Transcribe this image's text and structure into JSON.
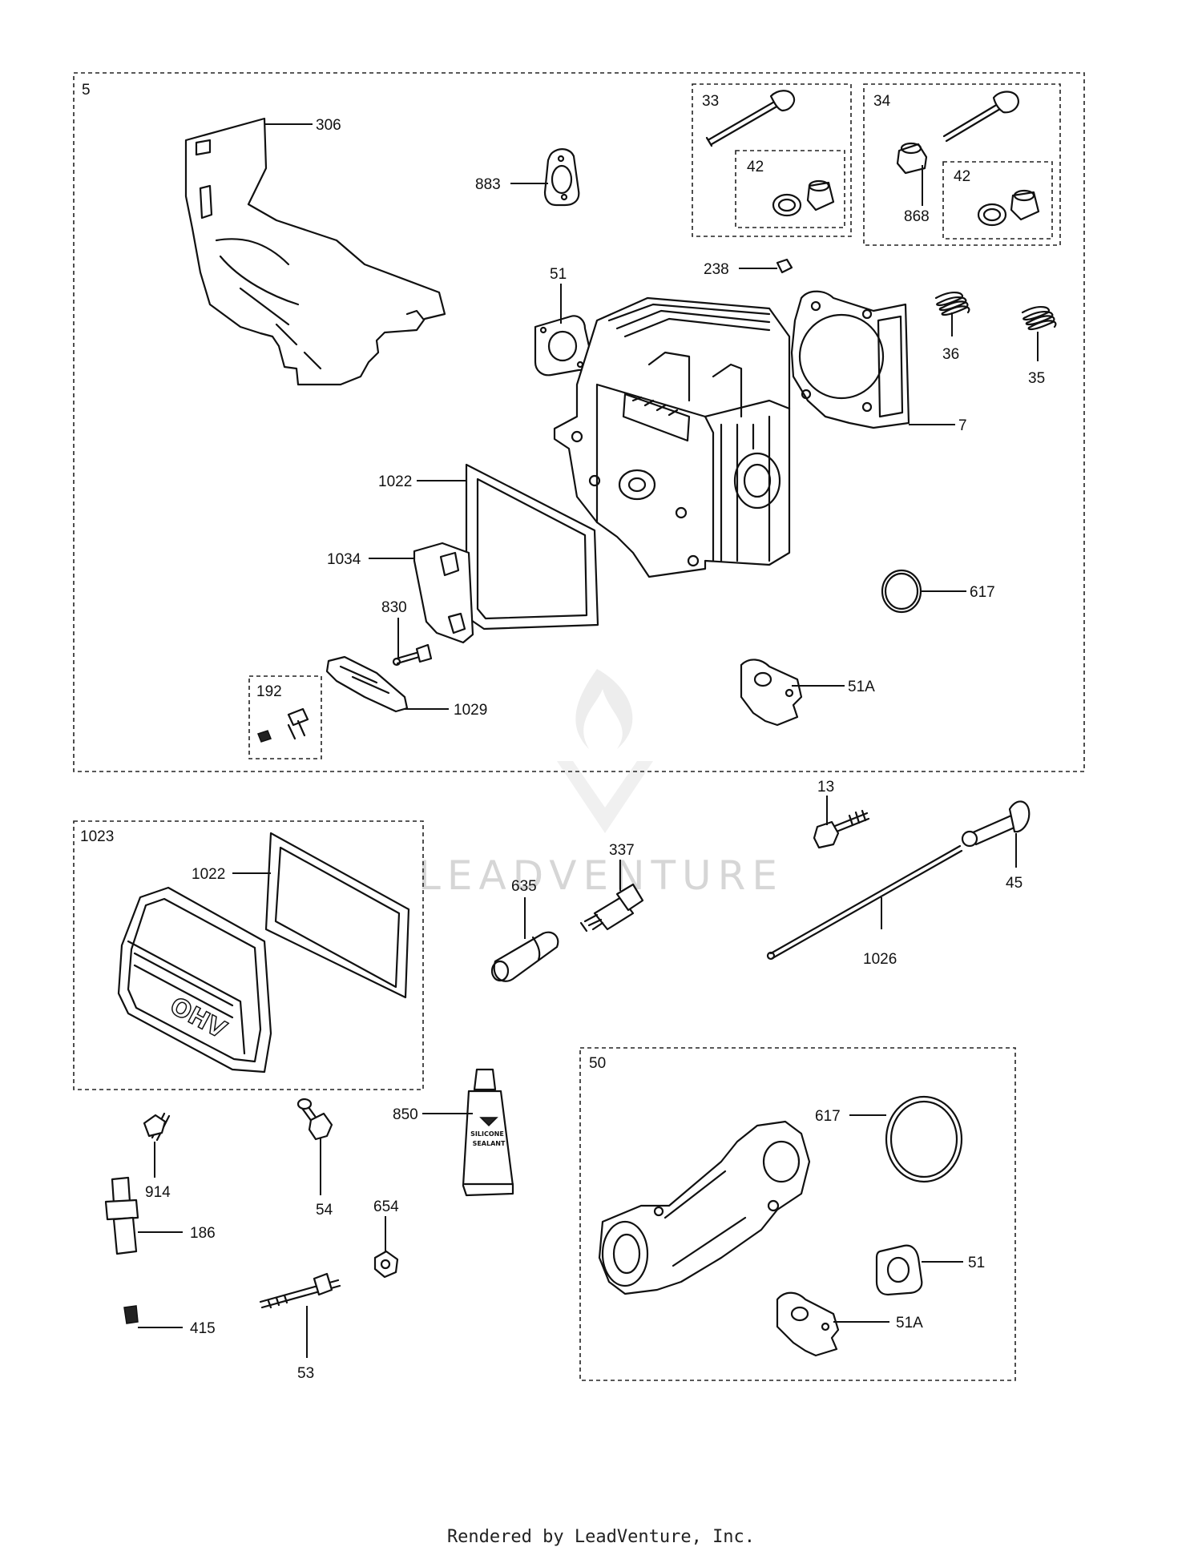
{
  "footer": "Rendered by LeadVenture, Inc.",
  "watermark": "LEADVENTURE",
  "groups": {
    "g5": "5",
    "g33": "33",
    "g34": "34",
    "g42a": "42",
    "g42b": "42",
    "g192": "192",
    "g1023": "1023",
    "g50": "50"
  },
  "labels": {
    "l306": "306",
    "l883": "883",
    "l868": "868",
    "l238": "238",
    "l51": "51",
    "l36": "36",
    "l35": "35",
    "l7": "7",
    "l1022a": "1022",
    "l1034": "1034",
    "l830": "830",
    "l617a": "617",
    "l51Aa": "51A",
    "l1029": "1029",
    "l13": "13",
    "l337": "337",
    "l635": "635",
    "l45": "45",
    "l1026": "1026",
    "l1022b": "1022",
    "l850": "850",
    "l914": "914",
    "l54": "54",
    "l186": "186",
    "l654": "654",
    "l415": "415",
    "l53": "53",
    "l617b": "617",
    "l51b": "51",
    "l51Ab": "51A"
  },
  "sealant_tube_text": [
    "SILICONE",
    "SEALANT"
  ],
  "valve_cover_text": "OHV"
}
